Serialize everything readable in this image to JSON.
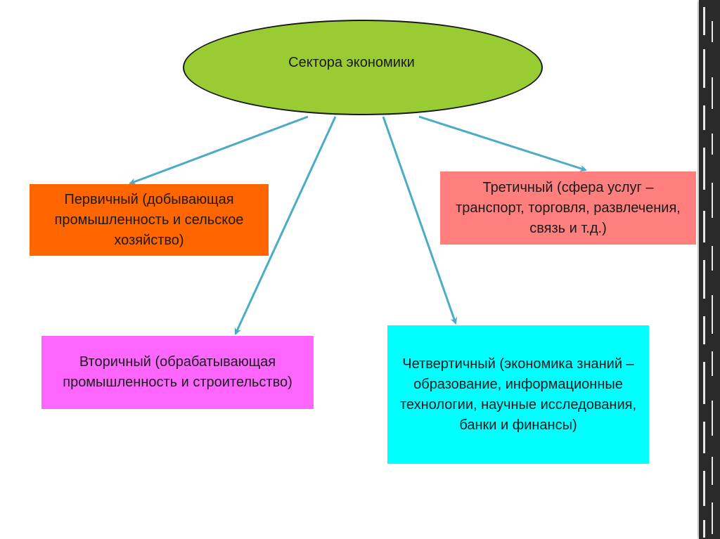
{
  "center": {
    "label": "Сектора экономики",
    "fill": "#99cc33"
  },
  "sectors": {
    "primary": {
      "label": "Первичный (добывающая промышленность и сельское хозяйство)",
      "color": "#ff6600"
    },
    "secondary": {
      "label": "Вторичный (обрабатывающая промышленность и строительство)",
      "color": "#ff66ff"
    },
    "tertiary": {
      "label": "Третичный (сфера услуг – транспорт, торговля, развлечения, связь и т.д.)",
      "color": "#ff7f7f"
    },
    "quaternary": {
      "label": "Четвертичный (экономика знаний – образование, информационные технологии, научные исследования, банки и финансы)",
      "color": "#00ffff"
    }
  },
  "arrow_color": "#4bacc6"
}
